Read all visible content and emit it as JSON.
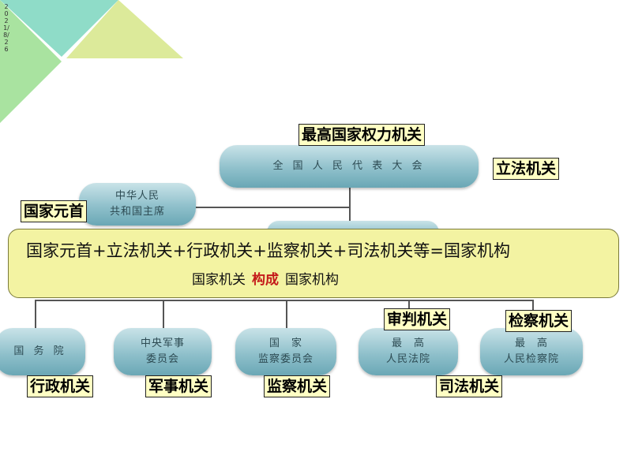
{
  "date_text": "2021/8/26",
  "top_node": {
    "label": "全 国 人 民 代 表 大 会",
    "tag_above": "最高国家权力机关",
    "tag_right": "立法机关"
  },
  "president_node": {
    "line1": "中华人民",
    "line2": "共和国主席",
    "tag": "国家元首"
  },
  "bottom_nodes": [
    {
      "line1": "国 务 院",
      "line2": "",
      "tag": "行政机关"
    },
    {
      "line1": "中央军事",
      "line2": "委员会",
      "tag": "军事机关"
    },
    {
      "line1": "国　家",
      "line2": "监察委员会",
      "tag": "监察机关"
    },
    {
      "line1": "最　高",
      "line2": "人民法院",
      "tag": "审判机关"
    },
    {
      "line1": "最　高",
      "line2": "人民检察院",
      "tag": "检察机关"
    }
  ],
  "judicial_tag": "司法机关",
  "banner": {
    "main": "国家元首+立法机关+行政机关+监察机关+司法机关等=国家机构",
    "sub_left": "国家机关",
    "sub_highlight": "构成",
    "sub_right": "国家机构"
  },
  "colors": {
    "teal_triangle": "#8fdcc8",
    "yellow_triangle": "#dcea9a",
    "green_triangle": "#a9e3a0",
    "node_fill": "#8fc0cb",
    "tag_fill": "#ffffc4",
    "banner_fill": "#f3f3a2",
    "highlight": "#c41a1a"
  }
}
